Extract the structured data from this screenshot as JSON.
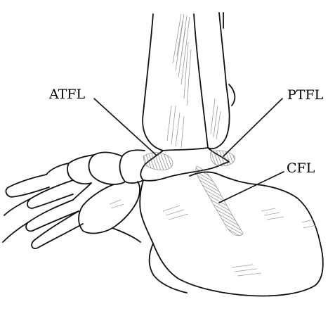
{
  "labels": {
    "atfl": "ATFL",
    "ptfl": "PTFL",
    "cfl": "CFL"
  },
  "colors": {
    "outline": "#111111",
    "ligament": "#555555",
    "shading": "#9a9a9a",
    "background": "#ffffff"
  }
}
